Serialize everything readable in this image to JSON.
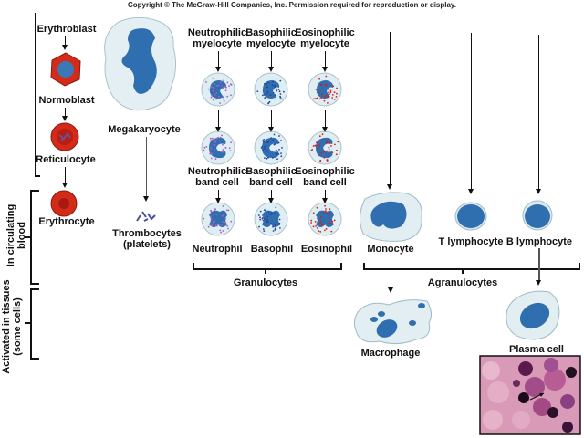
{
  "copyright": "Copyright © The McGraw-Hill Companies, Inc. Permission required for reproduction or display.",
  "side_labels": {
    "circulating": [
      "In circulating",
      "blood"
    ],
    "tissues": [
      "Activated in tissues",
      "(some cells)"
    ]
  },
  "erythroid": {
    "erythroblast": "Erythroblast",
    "normoblast": "Normoblast",
    "reticulocyte": "Reticulocyte",
    "erythrocyte": "Erythrocyte"
  },
  "megakaryocyte": "Megakaryocyte",
  "thrombocytes": [
    "Thrombocytes",
    "(platelets)"
  ],
  "myelocytes": {
    "neutrophilic": [
      "Neutrophilic",
      "myelocyte"
    ],
    "basophilic": [
      "Basophilic",
      "myelocyte"
    ],
    "eosinophilic": [
      "Eosinophilic",
      "myelocyte"
    ]
  },
  "band_cells": {
    "neutrophilic": [
      "Neutrophilic",
      "band cell"
    ],
    "basophilic": [
      "Basophilic",
      "band cell"
    ],
    "eosinophilic": [
      "Eosinophilic",
      "band cell"
    ]
  },
  "mature": {
    "neutrophil": "Neutrophil",
    "basophil": "Basophil",
    "eosinophil": "Eosinophil",
    "monocyte": "Monocyte",
    "t_lymphocyte": "T lymphocyte",
    "b_lymphocyte": "B lymphocyte"
  },
  "groups": {
    "granulocytes": "Granulocytes",
    "agranulocytes": "Agranulocytes"
  },
  "tissue_cells": {
    "macrophage": "Macrophage",
    "plasma_cell": "Plasma cell"
  },
  "colors": {
    "rbc": "#d42a1a",
    "nucleus": "#2f6fb0",
    "cytoplasm": "#dfeef2",
    "neutro_granule": "#b05cc0",
    "baso_granule": "#2b3f9c",
    "eosino_granule": "#e01818"
  }
}
